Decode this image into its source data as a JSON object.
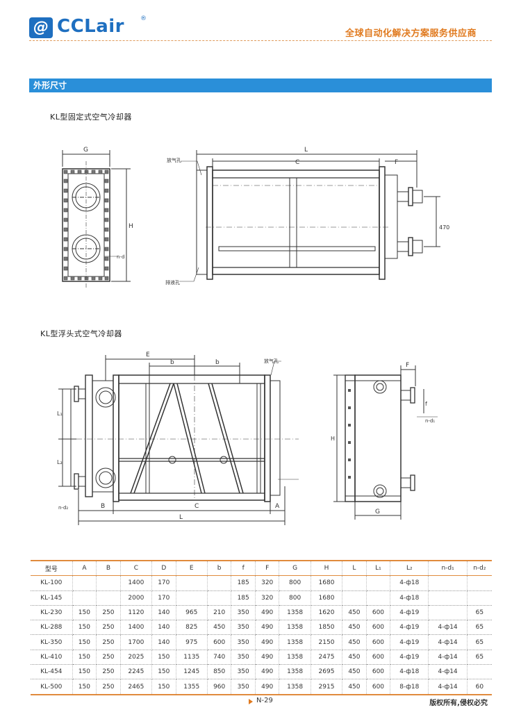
{
  "header": {
    "brand": "CCLair",
    "registered": "®",
    "slogan": "全球自动化解决方案服务供应商"
  },
  "section": {
    "title": "外形尺寸"
  },
  "figures": {
    "fixed_label": "KL型固定式空气冷却器",
    "floating_label": "KL型浮头式空气冷却器",
    "dims": {
      "G": "G",
      "H": "H",
      "L": "L",
      "C": "C",
      "F": "F",
      "E": "E",
      "b": "b",
      "B": "B",
      "A": "A",
      "L1": "L₁",
      "L2": "L₂",
      "f": "f",
      "nd": "n-d",
      "nd1": "n-d₁",
      "nd2": "n-d₂",
      "d470": "470"
    },
    "notes": {
      "vent": "放气孔",
      "drain": "排液孔"
    }
  },
  "table": {
    "headers": [
      "型号",
      "A",
      "B",
      "C",
      "D",
      "E",
      "b",
      "f",
      "F",
      "G",
      "H",
      "L",
      "L₁",
      "L₂",
      "n-d₁",
      "n-d₂"
    ],
    "rows": [
      [
        "KL-100",
        "",
        "",
        "1400",
        "170",
        "",
        "",
        "185",
        "320",
        "800",
        "1680",
        "",
        "",
        "4-ф18",
        "",
        ""
      ],
      [
        "KL-145",
        "",
        "",
        "2000",
        "170",
        "",
        "",
        "185",
        "320",
        "800",
        "1680",
        "",
        "",
        "4-ф18",
        "",
        ""
      ],
      [
        "KL-230",
        "150",
        "250",
        "1120",
        "140",
        "965",
        "210",
        "350",
        "490",
        "1358",
        "1620",
        "450",
        "600",
        "4-ф19",
        "",
        "65"
      ],
      [
        "KL-288",
        "150",
        "250",
        "1400",
        "140",
        "825",
        "450",
        "350",
        "490",
        "1358",
        "1850",
        "450",
        "600",
        "4-ф19",
        "4-ф14",
        "65"
      ],
      [
        "KL-350",
        "150",
        "250",
        "1700",
        "140",
        "975",
        "600",
        "350",
        "490",
        "1358",
        "2150",
        "450",
        "600",
        "4-ф19",
        "4-ф14",
        "65"
      ],
      [
        "KL-410",
        "150",
        "250",
        "2025",
        "150",
        "1135",
        "740",
        "350",
        "490",
        "1358",
        "2475",
        "450",
        "600",
        "4-ф19",
        "4-ф14",
        "65"
      ],
      [
        "KL-454",
        "150",
        "250",
        "2245",
        "150",
        "1245",
        "850",
        "350",
        "490",
        "1358",
        "2695",
        "450",
        "600",
        "4-ф18",
        "4-ф14",
        ""
      ],
      [
        "KL-500",
        "150",
        "250",
        "2465",
        "150",
        "1355",
        "960",
        "350",
        "490",
        "1358",
        "2915",
        "450",
        "600",
        "8-ф18",
        "4-ф14",
        "60"
      ]
    ]
  },
  "footer": {
    "page": "N-29",
    "copyright": "版权所有,侵权必究"
  },
  "colors": {
    "brand_blue": "#1e6fc0",
    "accent_orange": "#e07a1f",
    "section_blue": "#2a8fd9"
  }
}
